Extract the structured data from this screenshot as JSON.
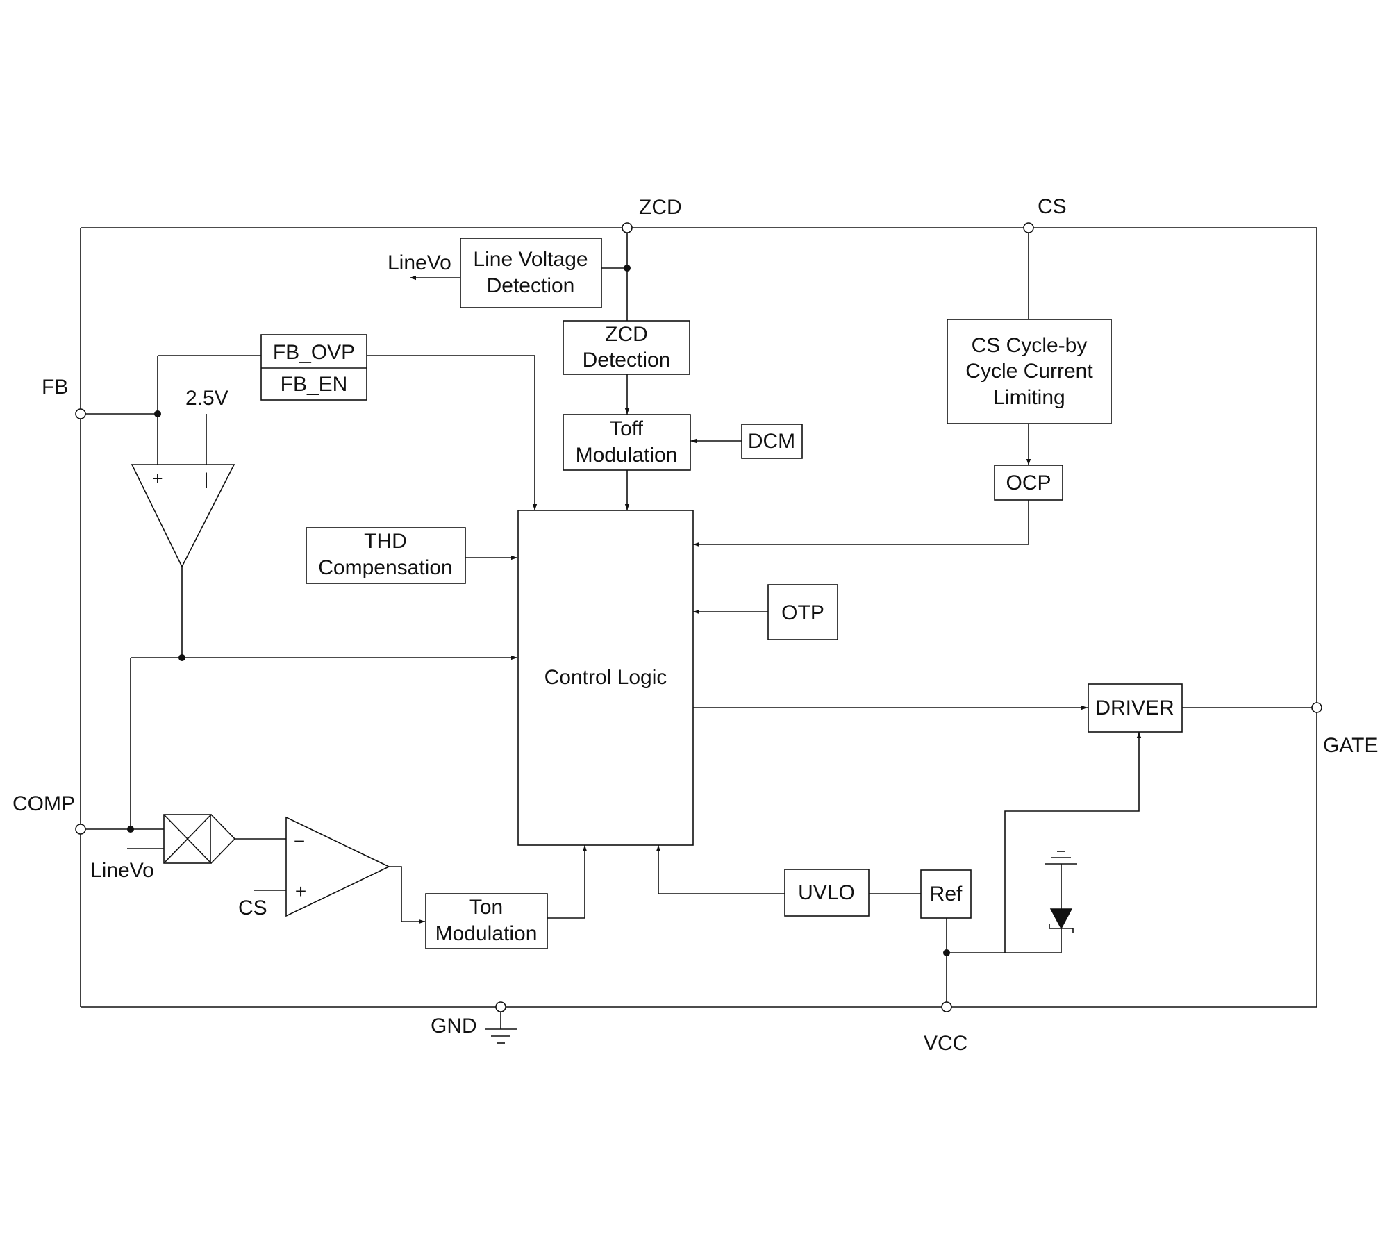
{
  "pins": {
    "zcd": "ZCD",
    "cs": "CS",
    "fb": "FB",
    "comp": "COMP",
    "gate": "GATE",
    "gnd": "GND",
    "vcc": "VCC"
  },
  "blocks": {
    "line_voltage_detection": [
      "Line Voltage",
      "Detection"
    ],
    "zcd_detection": [
      "ZCD",
      "Detection"
    ],
    "toff_modulation": [
      "Toff",
      "Modulation"
    ],
    "dcm": "DCM",
    "cs_limiting": [
      "CS Cycle-by",
      "Cycle Current",
      "Limiting"
    ],
    "ocp": "OCP",
    "fb_ovp": "FB_OVP",
    "fb_en": "FB_EN",
    "thd_compensation": [
      "THD",
      "Compensation"
    ],
    "otp": "OTP",
    "control_logic": "Control Logic",
    "driver": "DRIVER",
    "ton_modulation": [
      "Ton",
      "Modulation"
    ],
    "uvlo": "UVLO",
    "ref": "Ref"
  },
  "signals": {
    "linevo_out": "LineVo",
    "linevo_in": "LineVo",
    "ref_2v5": "2.5V",
    "cs_in": "CS"
  },
  "symbols": {
    "ea_plus": "+",
    "ea_minus": "|",
    "cmp_minus": "−",
    "cmp_plus": "+"
  }
}
